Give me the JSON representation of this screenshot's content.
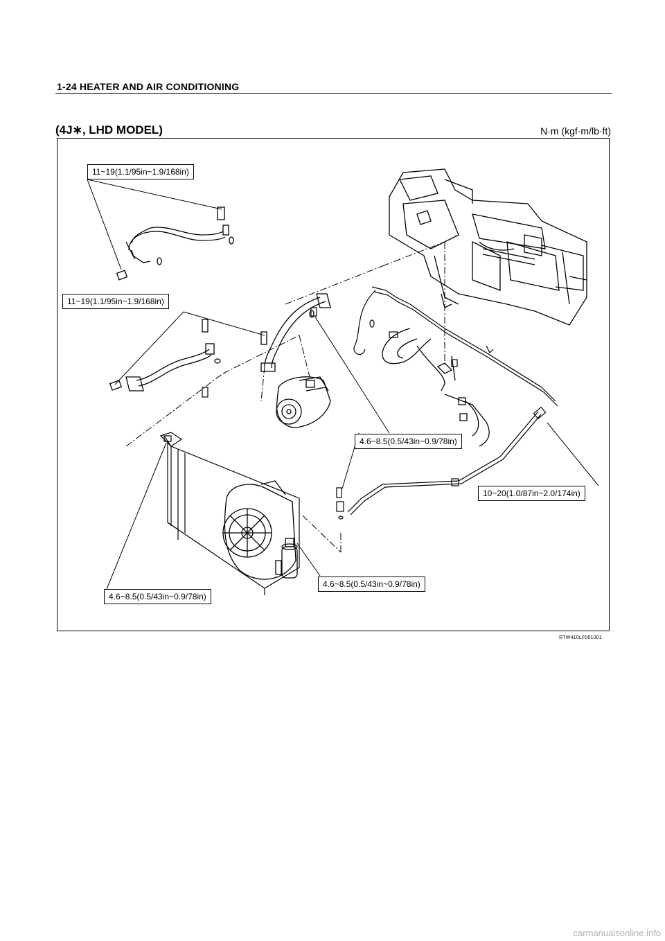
{
  "header": {
    "title": "1-24  HEATER AND AIR CONDITIONING"
  },
  "section": {
    "title": "(4J∗, LHD MODEL)",
    "units": "N·m (kgf·m/lb·ft)"
  },
  "callouts": [
    {
      "id": "torque-1",
      "text": "11~19(1.1/95in~1.9/168in)"
    },
    {
      "id": "torque-2",
      "text": "11~19(1.1/95in~1.9/168in)"
    },
    {
      "id": "torque-3",
      "text": "4.6~8.5(0.5/43in~0.9/78in)"
    },
    {
      "id": "torque-4",
      "text": "10~20(1.0/87in~2.0/174in)"
    },
    {
      "id": "torque-5",
      "text": "4.6~8.5(0.5/43in~0.9/78in)"
    },
    {
      "id": "torque-6",
      "text": "4.6~8.5(0.5/43in~0.9/78in)"
    }
  ],
  "figure": {
    "code": "RTW410LF001001"
  },
  "footer": {
    "watermark": "carmanualsonline.info"
  }
}
